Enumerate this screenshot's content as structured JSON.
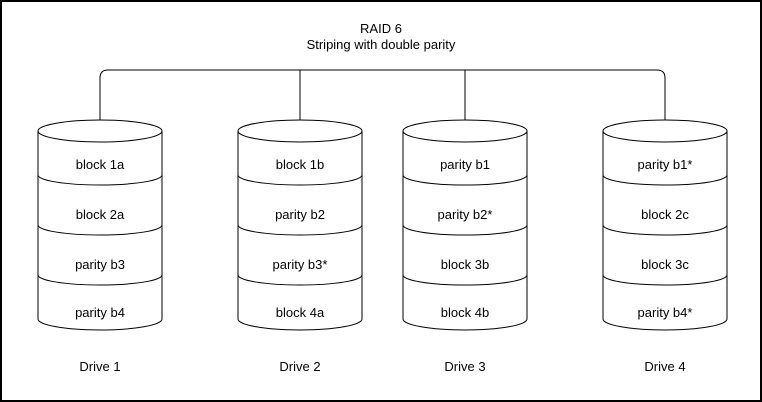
{
  "title": {
    "line1": "RAID 6",
    "line2": "Striping with double parity"
  },
  "drives": [
    {
      "label": "Drive 1",
      "segments": [
        "block 1a",
        "block 2a",
        "parity b3",
        "parity b4"
      ]
    },
    {
      "label": "Drive 2",
      "segments": [
        "block 1b",
        "parity b2",
        "parity b3*",
        "block 4a"
      ]
    },
    {
      "label": "Drive 3",
      "segments": [
        "parity b1",
        "parity b2*",
        "block 3b",
        "block 4b"
      ]
    },
    {
      "label": "Drive 4",
      "segments": [
        "parity b1*",
        "block 2c",
        "block 3c",
        "parity b4*"
      ]
    }
  ],
  "colors": {
    "stroke": "#000000",
    "cylinder_fill": "#ffffff",
    "background": "#ffffff"
  }
}
